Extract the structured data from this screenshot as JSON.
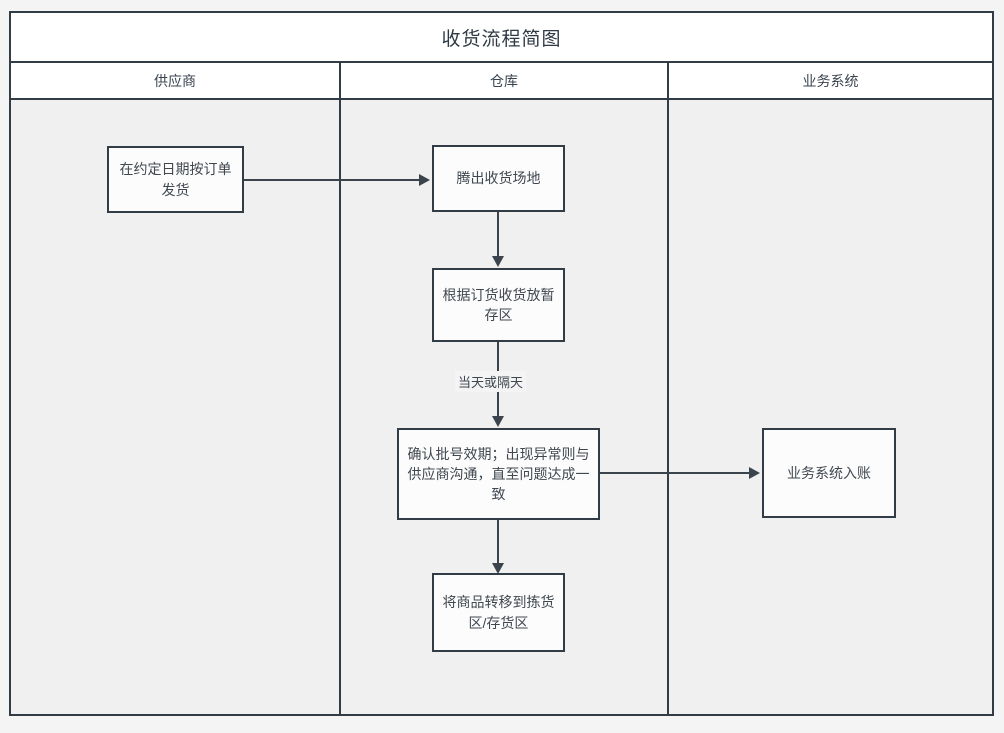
{
  "diagram": {
    "title": "收货流程简图",
    "lanes": [
      {
        "label": "供应商"
      },
      {
        "label": "仓库"
      },
      {
        "label": "业务系统"
      }
    ],
    "nodes": [
      {
        "id": "n1",
        "lane": "供应商",
        "text": "在约定日期按订单发货"
      },
      {
        "id": "n2",
        "lane": "仓库",
        "text": "腾出收货场地"
      },
      {
        "id": "n3",
        "lane": "仓库",
        "text": "根据订货收货放暂存区"
      },
      {
        "id": "n4",
        "lane": "仓库",
        "text": "确认批号效期；出现异常则与供应商沟通，直至问题达成一致"
      },
      {
        "id": "n5",
        "lane": "仓库",
        "text": "将商品转移到拣货区/存货区"
      },
      {
        "id": "n6",
        "lane": "业务系统",
        "text": "业务系统入账"
      }
    ],
    "edges": [
      {
        "from": "n1",
        "to": "n2",
        "label": ""
      },
      {
        "from": "n2",
        "to": "n3",
        "label": ""
      },
      {
        "from": "n3",
        "to": "n4",
        "label": "当天或隔天"
      },
      {
        "from": "n4",
        "to": "n6",
        "label": ""
      },
      {
        "from": "n4",
        "to": "n5",
        "label": ""
      }
    ]
  },
  "colors": {
    "stroke": "#323c47",
    "node_fill": "#fcfcfc",
    "lane_fill": "#f0f0f0",
    "page_bg": "#f4f4f4",
    "text": "#40474f"
  }
}
